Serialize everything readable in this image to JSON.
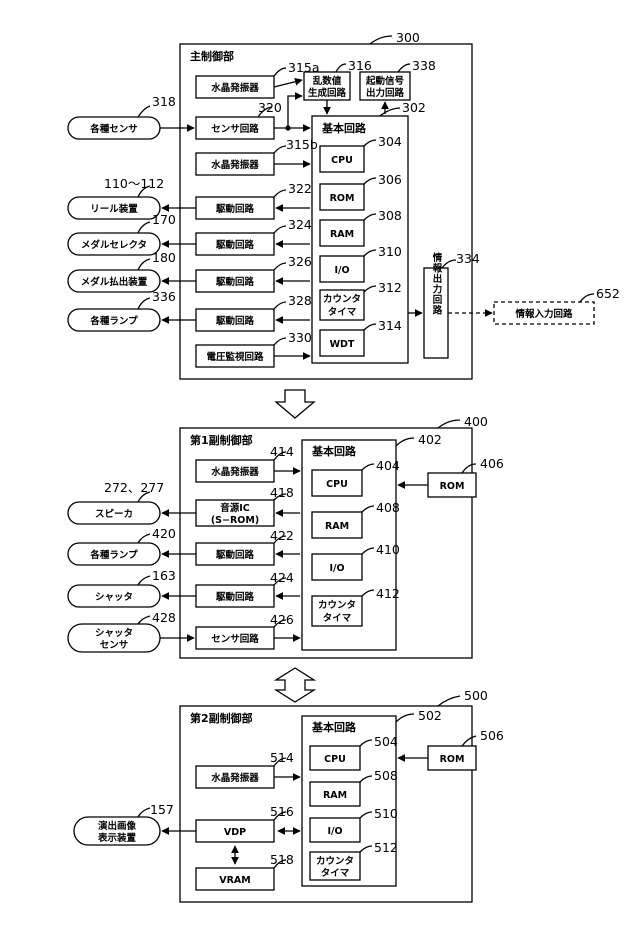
{
  "main": {
    "ref": "300",
    "title": "主制御部",
    "core": {
      "ref": "302",
      "title": "基本回路"
    },
    "inner": [
      {
        "ref": "304",
        "label": "CPU"
      },
      {
        "ref": "306",
        "label": "ROM"
      },
      {
        "ref": "308",
        "label": "RAM"
      },
      {
        "ref": "310",
        "label": "I/O"
      },
      {
        "ref": "312",
        "label1": "カウンタ",
        "label2": "タイマ"
      },
      {
        "ref": "314",
        "label": "WDT"
      }
    ],
    "osc_a": {
      "ref": "315a",
      "label": "水晶発振器"
    },
    "osc_b": {
      "ref": "315b",
      "label": "水晶発振器"
    },
    "rng": {
      "ref": "316",
      "label1": "乱数値",
      "label2": "生成回路"
    },
    "start": {
      "ref": "338",
      "label1": "起動信号",
      "label2": "出力回路"
    },
    "sensor_circuit": {
      "ref": "320",
      "label": "センサ回路"
    },
    "sensors": {
      "ref": "318",
      "label": "各種センサ"
    },
    "drives": [
      {
        "ref": "322",
        "label": "駆動回路",
        "dev_ref": "110～112",
        "dev": "リール装置"
      },
      {
        "ref": "324",
        "label": "駆動回路",
        "dev_ref": "170",
        "dev": "メダルセレクタ"
      },
      {
        "ref": "326",
        "label": "駆動回路",
        "dev_ref": "180",
        "dev": "メダル払出装置"
      },
      {
        "ref": "328",
        "label": "駆動回路",
        "dev_ref": "336",
        "dev": "各種ランプ"
      }
    ],
    "voltage": {
      "ref": "330",
      "label": "電圧監視回路"
    },
    "info_out": {
      "ref": "334",
      "label": "情報出力回路"
    },
    "info_in": {
      "ref": "652",
      "label": "情報入力回路"
    }
  },
  "sub1": {
    "ref": "400",
    "title": "第1副制御部",
    "core": {
      "ref": "402",
      "title": "基本回路"
    },
    "inner": [
      {
        "ref": "404",
        "label": "CPU"
      },
      {
        "ref": "408",
        "label": "RAM"
      },
      {
        "ref": "410",
        "label": "I/O"
      },
      {
        "ref": "412",
        "label1": "カウンタ",
        "label2": "タイマ"
      }
    ],
    "rom": {
      "ref": "406",
      "label": "ROM"
    },
    "osc": {
      "ref": "414",
      "label": "水晶発振器"
    },
    "sound": {
      "ref": "418",
      "label1": "音源IC",
      "label2": "(S−ROM)"
    },
    "speaker": {
      "ref": "272、277",
      "label": "スピーカ"
    },
    "drives": [
      {
        "ref": "422",
        "label": "駆動回路",
        "dev_ref": "420",
        "dev": "各種ランプ"
      },
      {
        "ref": "424",
        "label": "駆動回路",
        "dev_ref": "163",
        "dev": "シャッタ"
      }
    ],
    "sensor_circuit": {
      "ref": "426",
      "label": "センサ回路"
    },
    "shutter_sensor": {
      "ref": "428",
      "label1": "シャッタ",
      "label2": "センサ"
    }
  },
  "sub2": {
    "ref": "500",
    "title": "第2副制御部",
    "core": {
      "ref": "502",
      "title": "基本回路"
    },
    "inner": [
      {
        "ref": "504",
        "label": "CPU"
      },
      {
        "ref": "508",
        "label": "RAM"
      },
      {
        "ref": "510",
        "label": "I/O"
      },
      {
        "ref": "512",
        "label1": "カウンタ",
        "label2": "タイマ"
      }
    ],
    "rom": {
      "ref": "506",
      "label": "ROM"
    },
    "osc": {
      "ref": "514",
      "label": "水晶発振器"
    },
    "vdp": {
      "ref": "516",
      "label": "VDP"
    },
    "vram": {
      "ref": "518",
      "label": "VRAM"
    },
    "display": {
      "ref": "157",
      "label1": "演出画像",
      "label2": "表示装置"
    }
  }
}
